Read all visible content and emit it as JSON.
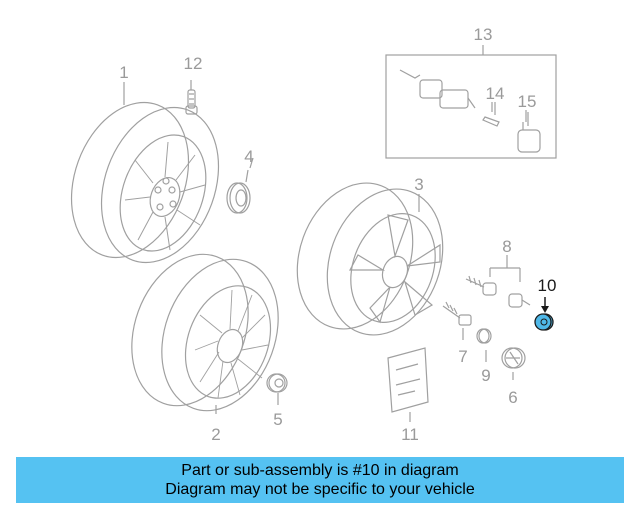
{
  "callouts": {
    "c1": "1",
    "c2": "2",
    "c3": "3",
    "c4": "4",
    "c5": "5",
    "c6": "6",
    "c7": "7",
    "c8": "8",
    "c9": "9",
    "c10": "10",
    "c11": "11",
    "c12": "12",
    "c13": "13",
    "c14": "14",
    "c15": "15"
  },
  "highlighted_part": "10",
  "banner": {
    "line1": "Part or sub-assembly is #10 in diagram",
    "line2": "Diagram may not be specific to your vehicle"
  },
  "colors": {
    "line": "#a0a0a0",
    "highlight_fill": "#4fb8e8",
    "banner_bg": "#55c2f2"
  }
}
